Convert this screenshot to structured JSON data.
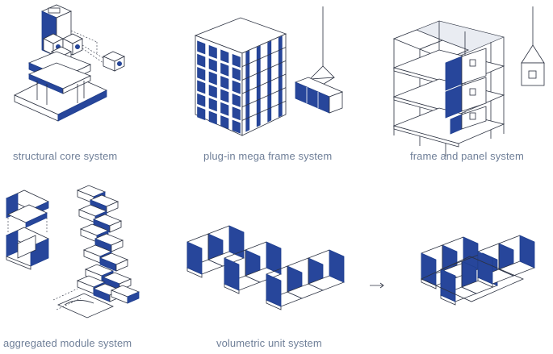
{
  "captions": {
    "structural_core": "structural core system",
    "plug_in_mega_frame": "plug-in mega frame system",
    "frame_and_panel": "frame and panel system",
    "aggregated_module": "aggregated module system",
    "volumetric_unit": "volumetric unit system"
  },
  "colors": {
    "accent_blue": "#27469b",
    "caption_gray": "#6f7f98",
    "line": "#2b3140"
  },
  "arrow_icon": "right-arrow-icon"
}
